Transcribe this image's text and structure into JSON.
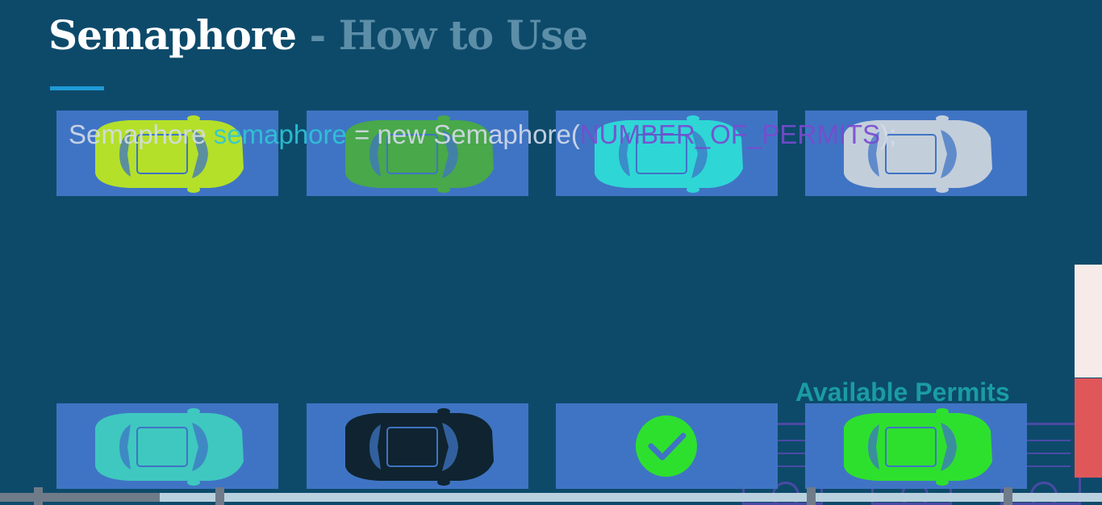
{
  "slide": {
    "title": "Semaphore",
    "subtitle": "- How to Use",
    "code": {
      "type": "Semaphore",
      "variable": "semaphore",
      "assign": "= new Semaphore(",
      "argument": "NUMBER_OF_PERMITS",
      "end": ");"
    },
    "permits_label": "Available Permits"
  },
  "top_row": [
    {
      "icon": "car-top-icon",
      "color": "#b4e02a"
    },
    {
      "icon": "car-top-icon",
      "color": "#48a84a"
    },
    {
      "icon": "car-top-icon",
      "color": "#2fd6d6"
    },
    {
      "icon": "car-top-icon",
      "color": "#c3cedb"
    }
  ],
  "bottom_row": [
    {
      "icon": "car-top-icon",
      "color": "#3fc8c0"
    },
    {
      "icon": "car-top-icon",
      "color": "#0f2430"
    },
    {
      "icon": "check-circle-icon",
      "color": "#2ee02e"
    },
    {
      "icon": "car-top-icon",
      "color": "#2ee02e"
    }
  ],
  "player": {
    "progress_fraction": 0.145,
    "chapter_markers": 4
  }
}
